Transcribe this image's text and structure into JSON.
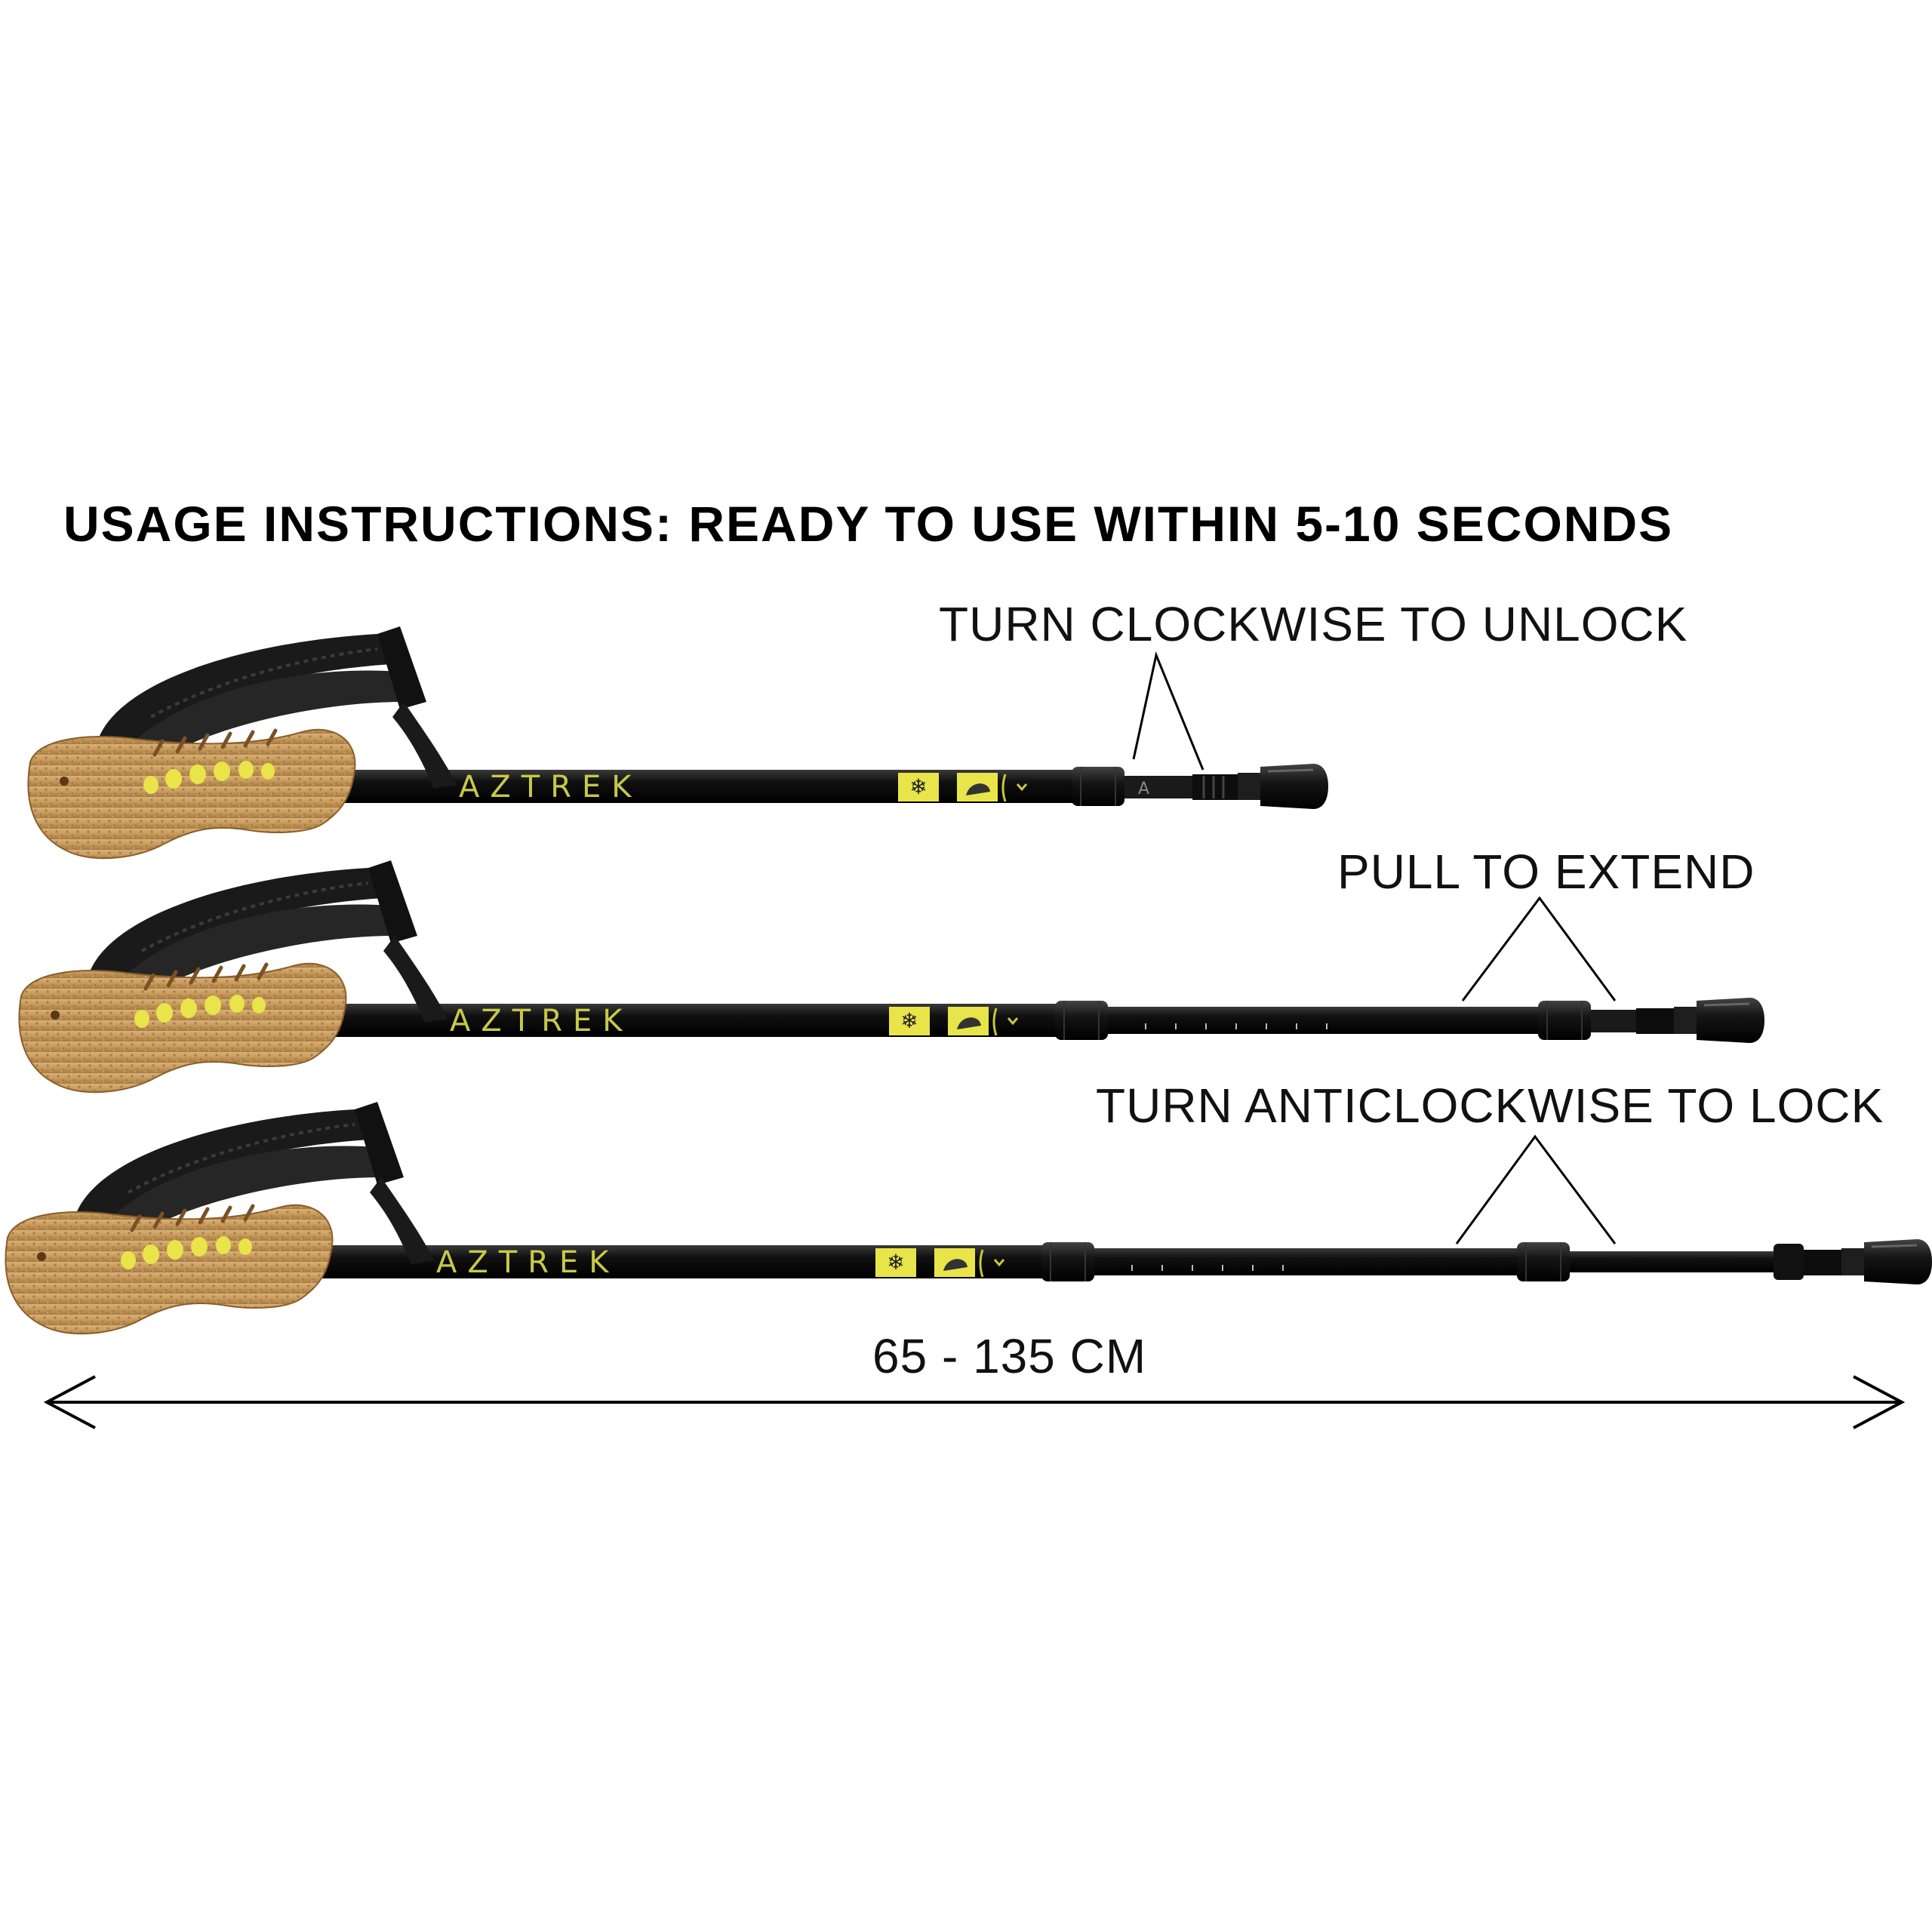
{
  "heading": "USAGE INSTRUCTIONS: READY TO USE WITHIN 5-10 SECONDS",
  "callouts": {
    "unlock": "TURN CLOCKWISE TO UNLOCK",
    "extend": "PULL TO EXTEND",
    "lock": "TURN ANTICLOCKWISE TO LOCK"
  },
  "range_label": "65 - 135 CM",
  "brand_text": "AZTREK",
  "pole_stages": [
    "collapsed",
    "partially-extended",
    "fully-extended"
  ],
  "colors": {
    "pole": "#111111",
    "cork": "#c79a5b",
    "accent": "#e8e44a",
    "strap": "#1a1a1a"
  }
}
